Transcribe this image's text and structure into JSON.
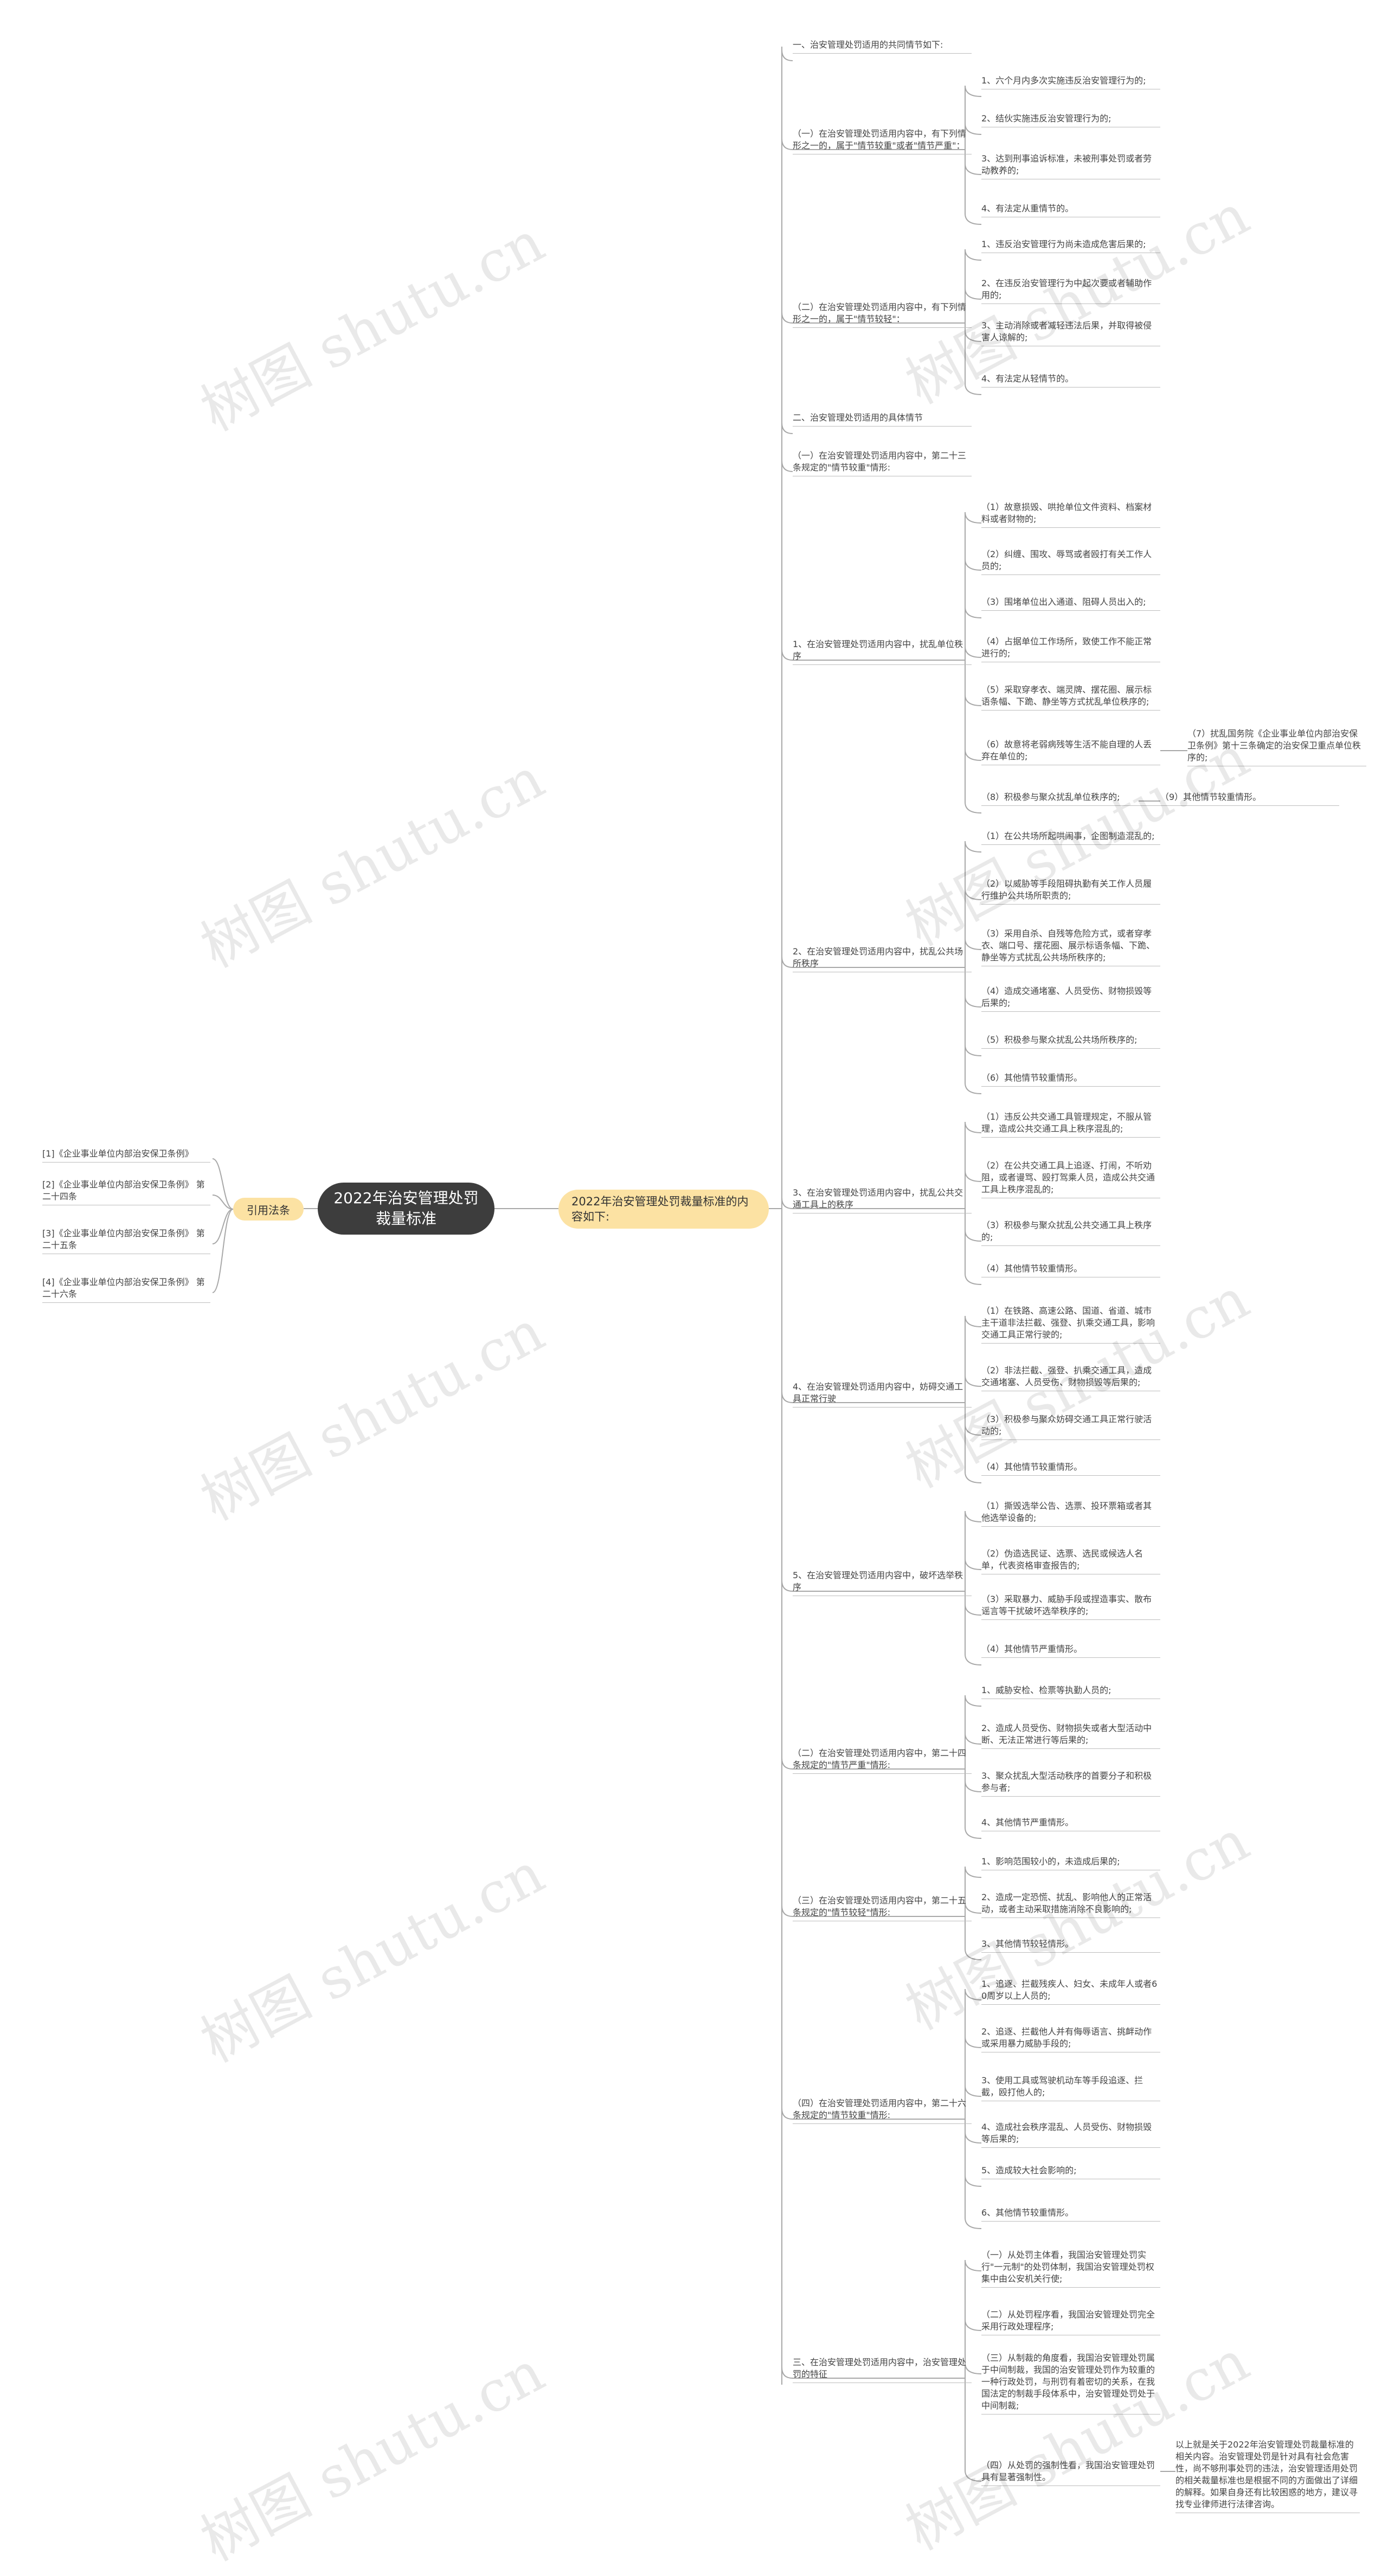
{
  "watermark": "树图 shutu.cn",
  "root": "2022年治安管理处罚裁量标准",
  "left_branch": {
    "label": "引用法条",
    "items": [
      "[1]《企业事业单位内部治安保卫条例》",
      "[2]《企业事业单位内部治安保卫条例》 第二十四条",
      "[3]《企业事业单位内部治安保卫条例》 第二十五条",
      "[4]《企业事业单位内部治安保卫条例》 第二十六条"
    ]
  },
  "right_branch": {
    "label": "2022年治安管理处罚裁量标准的内容如下:",
    "l1": [
      "一、治安管理处罚适用的共同情节如下:",
      "（一）在治安管理处罚适用内容中，有下列情形之一的，属于\"情节较重\"或者\"情节严重\"：",
      "（二）在治安管理处罚适用内容中，有下列情形之一的，属于\"情节较轻\"：",
      "二、治安管理处罚适用的具体情节",
      "（一）在治安管理处罚适用内容中，第二十三条规定的\"情节较重\"情形:",
      "1、在治安管理处罚适用内容中，扰乱单位秩序",
      "2、在治安管理处罚适用内容中，扰乱公共场所秩序",
      "3、在治安管理处罚适用内容中，扰乱公共交通工具上的秩序",
      "4、在治安管理处罚适用内容中，妨碍交通工具正常行驶",
      "5、在治安管理处罚适用内容中，破坏选举秩序",
      "（二）在治安管理处罚适用内容中，第二十四条规定的\"情节严重\"情形:",
      "（三）在治安管理处罚适用内容中，第二十五条规定的\"情节较轻\"情形:",
      "（四）在治安管理处罚适用内容中，第二十六条规定的\"情节较重\"情形:",
      "三、在治安管理处罚适用内容中，治安管理处罚的特征"
    ],
    "l2": [
      "1、六个月内多次实施违反治安管理行为的;",
      "2、结伙实施违反治安管理行为的;",
      "3、达到刑事追诉标准，未被刑事处罚或者劳动教养的;",
      "4、有法定从重情节的。",
      "1、违反治安管理行为尚未造成危害后果的;",
      "2、在违反治安管理行为中起次要或者辅助作用的;",
      "3、主动消除或者减轻违法后果，并取得被侵害人谅解的;",
      "4、有法定从轻情节的。",
      "（1）故意损毁、哄抢单位文件资料、档案材料或者财物的;",
      "（2）纠缠、围攻、辱骂或者殴打有关工作人员的;",
      "（3）围堵单位出入通道、阻碍人员出入的;",
      "（4）占据单位工作场所，致使工作不能正常进行的;",
      "（5）采取穿孝衣、端灵牌、摆花圈、展示标语条幅、下跪、静坐等方式扰乱单位秩序的;",
      "（6）故意将老弱病残等生活不能自理的人丢弃在单位的;",
      "（8）积极参与聚众扰乱单位秩序的;",
      "（1）在公共场所起哄闹事，企图制造混乱的;",
      "（2）以威胁等手段阻碍执勤有关工作人员履行维护公共场所职责的;",
      "（3）采用自杀、自残等危险方式，或者穿孝衣、端口号、摆花圈、展示标语条幅、下跪、静坐等方式扰乱公共场所秩序的;",
      "（4）造成交通堵塞、人员受伤、财物损毁等后果的;",
      "（5）积极参与聚众扰乱公共场所秩序的;",
      "（6）其他情节较重情形。",
      "（1）违反公共交通工具管理规定，不服从管理，造成公共交通工具上秩序混乱的;",
      "（2）在公共交通工具上追逐、打闹，不听劝阻，或者谩骂、殴打驾乘人员，造成公共交通工具上秩序混乱的;",
      "（3）积极参与聚众扰乱公共交通工具上秩序的;",
      "（4）其他情节较重情形。",
      "（1）在铁路、高速公路、国道、省道、城市主干道非法拦截、强登、扒乘交通工具，影响交通工具正常行驶的;",
      "（2）非法拦截、强登、扒乘交通工具，造成交通堵塞、人员受伤、财物损毁等后果的;",
      "（3）积极参与聚众妨碍交通工具正常行驶活动的;",
      "（4）其他情节较重情形。",
      "（1）撕毁选举公告、选票、投环票箱或者其他选举设备的;",
      "（2）伪造选民证、选票、选民或候选人名单，代表资格审查报告的;",
      "（3）采取暴力、威胁手段或捏造事实、散布谣言等干扰破坏选举秩序的;",
      "（4）其他情节严重情形。",
      "1、威胁安检、检票等执勤人员的;",
      "2、造成人员受伤、财物损失或者大型活动中断、无法正常进行等后果的;",
      "3、聚众扰乱大型活动秩序的首要分子和积极参与者;",
      "4、其他情节严重情形。",
      "1、影响范围较小的，未造成后果的;",
      "2、造成一定恐慌、扰乱、影响他人的正常活动，或者主动采取措施消除不良影响的;",
      "3、其他情节较轻情形。",
      "1、追逐、拦截残疾人、妇女、未成年人或者60周岁以上人员的;",
      "2、追逐、拦截他人并有侮辱语言、挑衅动作或采用暴力威胁手段的;",
      "3、使用工具或驾驶机动车等手段追逐、拦截，殴打他人的;",
      "4、造成社会秩序混乱、人员受伤、财物损毁等后果的;",
      "5、造成较大社会影响的;",
      "6、其他情节较重情形。",
      "（一）从处罚主体看，我国治安管理处罚实行\"一元制\"的处罚体制，我国治安管理处罚权集中由公安机关行使;",
      "（二）从处罚程序看，我国治安管理处罚完全采用行政处理程序;",
      "（三）从制裁的角度看，我国治安管理处罚属于中间制裁，我国的治安管理处罚作为较重的一种行政处罚，与刑罚有着密切的关系，在我国法定的制裁手段体系中，治安管理处罚处于中间制裁;",
      "（四）从处罚的强制性看，我国治安管理处罚具有显著强制性。"
    ],
    "l3": [
      "（7）扰乱国务院《企业事业单位内部治安保卫条例》第十三条确定的治安保卫重点单位秩序的;",
      "（9）其他情节较重情形。",
      "以上就是关于2022年治安管理处罚裁量标准的相关内容。治安管理处罚是针对具有社会危害性，尚不够刑事处罚的违法，治安管理适用处罚的相关裁量标准也是根据不同的方面做出了详细的解释。如果自身还有比较困惑的地方，建议寻找专业律师进行法律咨询。"
    ]
  }
}
